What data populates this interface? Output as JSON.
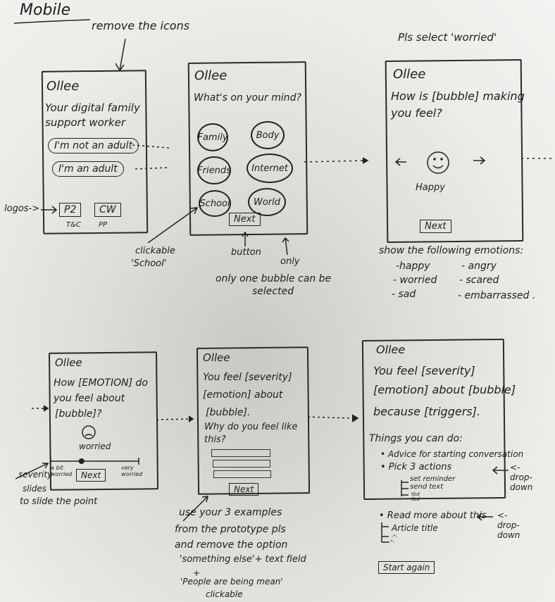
{
  "heading": "Mobile",
  "notes": {
    "remove_icons": "remove the icons",
    "logos": "logos->",
    "pls_select": "Pls select 'worried'",
    "clickable_school": [
      "clickable",
      "'School'"
    ],
    "button": "button",
    "only": "only",
    "one_bubble": [
      "only one bubble can be",
      "selected"
    ],
    "show_emotions": "show the following emotions:",
    "emotions": [
      "-happy",
      "- worried",
      "- sad",
      "- angry",
      "- scared",
      "- embarrassed ."
    ],
    "severity": [
      "severity",
      "slides",
      "to slide the point"
    ],
    "use_examples": [
      "use your 3 examples",
      "from the prototype pls",
      "and remove the option",
      "'something else'+ text field",
      "+",
      "'People are being mean'",
      "clickable"
    ],
    "dropdown": "<- drop-down"
  },
  "screen1": {
    "brand": "Ollee",
    "tagline": [
      "Your digital family",
      "support worker"
    ],
    "btn_not_adult": "I'm not an adult",
    "btn_adult": "I'm an adult",
    "logos": [
      "P2",
      "CW"
    ],
    "links": [
      "T&C",
      "PP"
    ]
  },
  "screen2": {
    "brand": "Ollee",
    "question": "What's on your mind?",
    "bubbles": [
      "Family",
      "Body",
      "Friends",
      "Internet",
      "School",
      "World"
    ],
    "next": "Next"
  },
  "screen3": {
    "brand": "Ollee",
    "question": [
      "How is [bubble] making",
      "you feel?"
    ],
    "emotion": "Happy",
    "next": "Next"
  },
  "screen4": {
    "brand": "Ollee",
    "question": [
      "How [EMOTION] do",
      "you feel about",
      "[bubble]?"
    ],
    "emotion": "worried",
    "slider_min": "a bit worried",
    "slider_max": "very worried",
    "slider_value": 0.35,
    "next": "Next"
  },
  "screen5": {
    "brand": "Ollee",
    "lines": [
      "You feel [severity]",
      "[emotion] about",
      "[bubble].",
      "Why do you feel like",
      "this?"
    ],
    "next": "Next"
  },
  "screen6": {
    "brand": "Ollee",
    "lines": [
      "You feel [severity]",
      "[emotion] about [bubble]",
      "because [triggers]."
    ],
    "things": "Things you can do:",
    "items": [
      "• Advice for starting conversation",
      "• Pick 3 actions"
    ],
    "actions": [
      "set reminder",
      "send text",
      "tbd",
      "tbd"
    ],
    "read_more": "• Read more about this",
    "articles": [
      "Article title",
      "-\"-",
      "-\"-"
    ],
    "start_again": "Start again"
  }
}
